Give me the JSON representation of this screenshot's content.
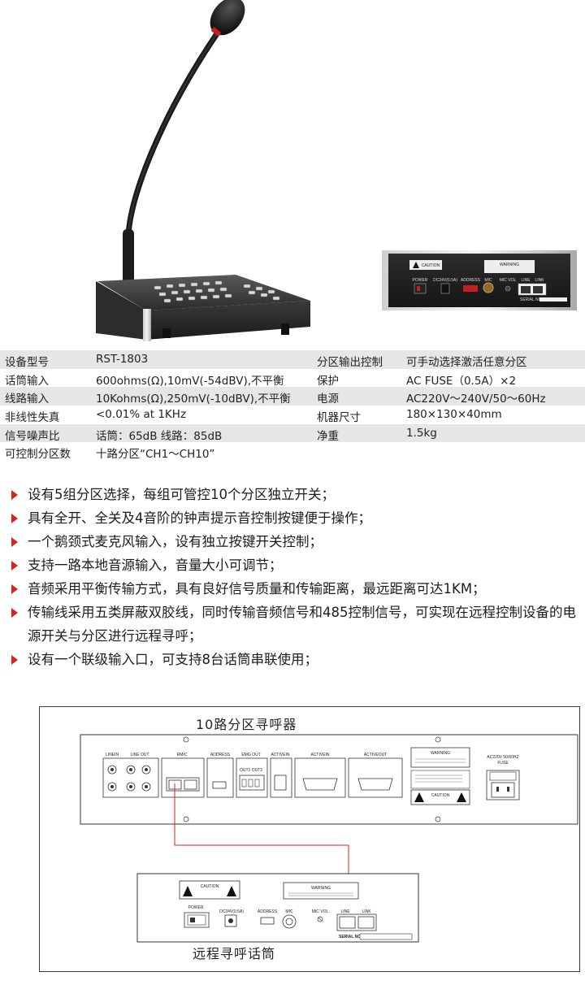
{
  "spec_rows": [
    {
      "label": "设备型号",
      "value": "RST-1803",
      "label2": "分区输出控制",
      "value2": "可手动选择激活任意分区"
    },
    {
      "label": "话筒输入",
      "value": "600ohms(Ω),10mV(-54dBV),不平衡",
      "label2": "保护",
      "value2": "AC   FUSE（0.5A）×2"
    },
    {
      "label": "线路输入",
      "value": "10Kohms(Ω),250mV(-10dBV),不平衡",
      "label2": "电源",
      "value2": "AC220V～240V/50～60Hz"
    },
    {
      "label": "非线性失真",
      "value": "<0.01% at 1KHz",
      "label2": "机器尺寸",
      "value2": "180×130×40mm"
    },
    {
      "label": "信号噪声比",
      "value": "话筒：65dB  线路：85dB",
      "label2": "净重",
      "value2": "1.5kg"
    },
    {
      "label": "可控制分区数",
      "value": "十路分区“CH1～CH10”",
      "label2": "",
      "value2": ""
    }
  ],
  "features": [
    "设有5组分区选择，每组可管控10个分区独立开关；",
    "具有全开、全关及4音阶的钟声提示音控制按键便于操作；",
    "一个鹅颈式麦克风输入，设有独立按键开关控制；",
    "支持一路本地音源输入，音量大小可调节；",
    "音频采用平衡传输方式，具有良好信号质量和传输距离，最远距离可达1KM；",
    "传输线采用五类屏蔽双胶线，同时传输音频信号和485控制信号，可实现在远程控制设备的电源开关与分区进行远程寻呼；",
    "设有一个联级输入口，可支持8台话筒串联使用；"
  ],
  "colors": {
    "bullet": "#d8231e",
    "wire": "#d8231e",
    "row_shade": "#e6e6e6"
  },
  "diagram": {
    "host_title": "10路分区寻呼器",
    "remote_title": "远程寻呼话筒",
    "host_panel": {
      "line_in": "LINEIN",
      "line_out": "LINE OUT",
      "rmic": "RMIC",
      "address": "ADDRESS",
      "emg_out": "EMG OUT",
      "out1_out2": "OUT1 OUT2",
      "active_in_small": "ACTIVEIN",
      "active_in": "ACTIVEIN",
      "active_out": "ACTIVEOUT",
      "warning": "WARNING",
      "caution": "CAUTION",
      "power_spec": "AC220V 50/60HZ",
      "fuse": "FUSE"
    },
    "remote_panel": {
      "caution": "CAUTION",
      "warning": "WARNING",
      "power": "POWER",
      "dc": "DC24V(0.5A)",
      "address": "ADDRESS",
      "mic": "MIC",
      "mic_vol": "MIC VOL",
      "line": "LINE",
      "link": "LINK",
      "serial": "SERIAL NO:"
    }
  },
  "photo": {
    "rear_panel": {
      "caution": "CAUTION",
      "warning": "WARNING",
      "power": "POWER",
      "dc": "DC24V(0.5A)",
      "address": "ADDRESS",
      "mic": "MIC",
      "mic_vol": "MIC VOL",
      "line": "LINE",
      "link": "LINK",
      "serial": "SERIAL NO:"
    }
  }
}
